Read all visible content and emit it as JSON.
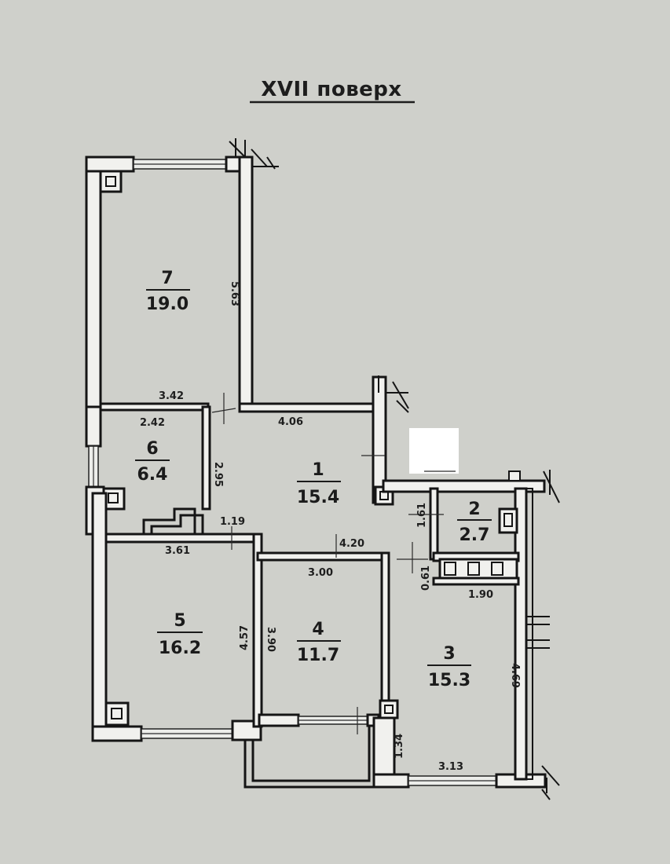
{
  "title": "XVII поверх",
  "rooms": [
    {
      "number": "7",
      "area": "19.0"
    },
    {
      "number": "6",
      "area": "6.4"
    },
    {
      "number": "1",
      "area": "15.4"
    },
    {
      "number": "2",
      "area": "2.7"
    },
    {
      "number": "5",
      "area": "16.2"
    },
    {
      "number": "4",
      "area": "11.7"
    },
    {
      "number": "3",
      "area": "15.3"
    }
  ],
  "dimensions": {
    "r7_height": "5.63",
    "r7_width": "3.42",
    "r6_width": "2.42",
    "r6_height": "2.95",
    "r1_width": "4.06",
    "r1_door": "1.19",
    "r1_bottom": "4.20",
    "r2_height": "1.61",
    "r2_small": "0.61",
    "r2_width": "1.90",
    "r5_width": "3.61",
    "r5_height": "4.57",
    "r4_width": "3.00",
    "r4_height": "3.90",
    "r3_height": "4.69",
    "r3_side": "1.34",
    "r3_width": "3.13"
  }
}
